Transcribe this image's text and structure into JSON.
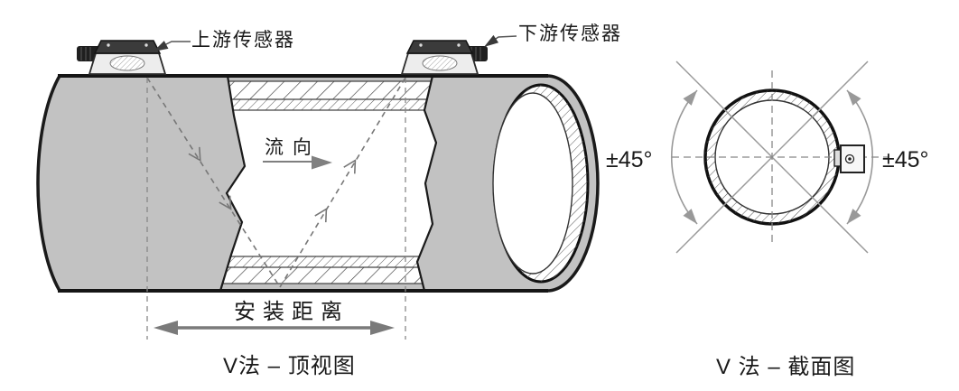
{
  "figure": {
    "background": "#ffffff"
  },
  "top_view": {
    "upstream_sensor_label": "上游传感器",
    "downstream_sensor_label": "下游传感器",
    "flow_direction_label": "流 向",
    "install_distance_label": "安装距离",
    "caption": "V法 – 顶视图"
  },
  "section_view": {
    "left_angle_label": "±45°",
    "right_angle_label": "±45°",
    "caption": "V 法 – 截面图"
  },
  "colors": {
    "pipe_gray": "#c2c2c2",
    "outline_dark": "#1a1a1a",
    "arrow_gray": "#7a7a7a",
    "dashed_gray": "#888888",
    "sensor_body": "#ececec",
    "sensor_cap": "#3b3b3b"
  }
}
